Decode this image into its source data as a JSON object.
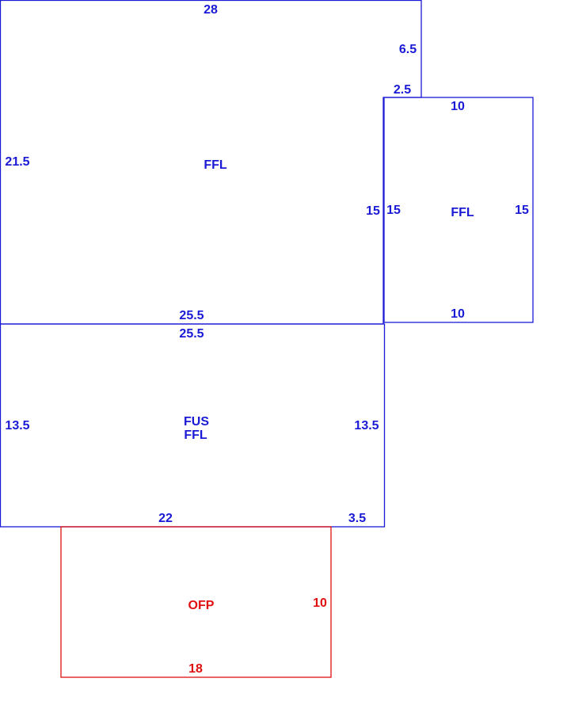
{
  "colors": {
    "primary": "#1a1ad6",
    "porch": "#e01010",
    "background": "#ffffff"
  },
  "areas": [
    {
      "id": "upper-ffl",
      "code": "FFL",
      "edges": {
        "top": "28",
        "right_top": "6.5",
        "step": "2.5",
        "right": "15",
        "left": "21.5",
        "bottom": "25.5"
      }
    },
    {
      "id": "side-ffl",
      "code": "FFL",
      "edges": {
        "top": "10",
        "left": "15",
        "right": "15",
        "bottom": "10"
      }
    },
    {
      "id": "fus-ffl",
      "code_upper": "FUS",
      "code_lower": "FFL",
      "edges": {
        "top": "25.5",
        "left": "13.5",
        "right": "13.5",
        "bottom": "22",
        "bottom_right": "3.5"
      }
    },
    {
      "id": "ofp",
      "code": "OFP",
      "edges": {
        "right": "10",
        "bottom": "18"
      }
    }
  ]
}
